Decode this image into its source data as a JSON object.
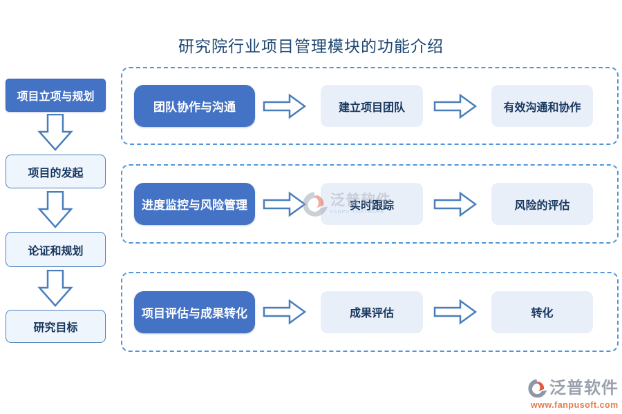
{
  "title": "研究院行业项目管理模块的功能介绍",
  "left_flow": {
    "items": [
      "项目立项与规划",
      "项目的发起",
      "论证和规划",
      "研究目标"
    ]
  },
  "sections": [
    {
      "header": "团队协作与沟通",
      "steps": [
        "建立项目团队",
        "有效沟通和协作"
      ]
    },
    {
      "header": "进度监控与风险管理",
      "steps": [
        "实时跟踪",
        "风险的评估"
      ]
    },
    {
      "header": "项目评估与成果转化",
      "steps": [
        "成果评估",
        "转化"
      ]
    }
  ],
  "watermark": {
    "name": "泛普软件",
    "caption": "FANPU SOFTWARE"
  },
  "footer": {
    "brand": "泛普软件",
    "website": "www.fanpusoft.com"
  },
  "colors": {
    "primary_blue": "#4472c4",
    "arrow_outline": "#4a7ebb",
    "dashed_border": "#4e95d9",
    "light_fill": "#e9eff9",
    "left_light_fill": "#eef5fc",
    "dark_text": "#17375e",
    "title_text": "#1f4873",
    "brand_orange": "#e2593c",
    "brand_gray": "#9aa1ad",
    "url_orange": "#e8794a"
  }
}
